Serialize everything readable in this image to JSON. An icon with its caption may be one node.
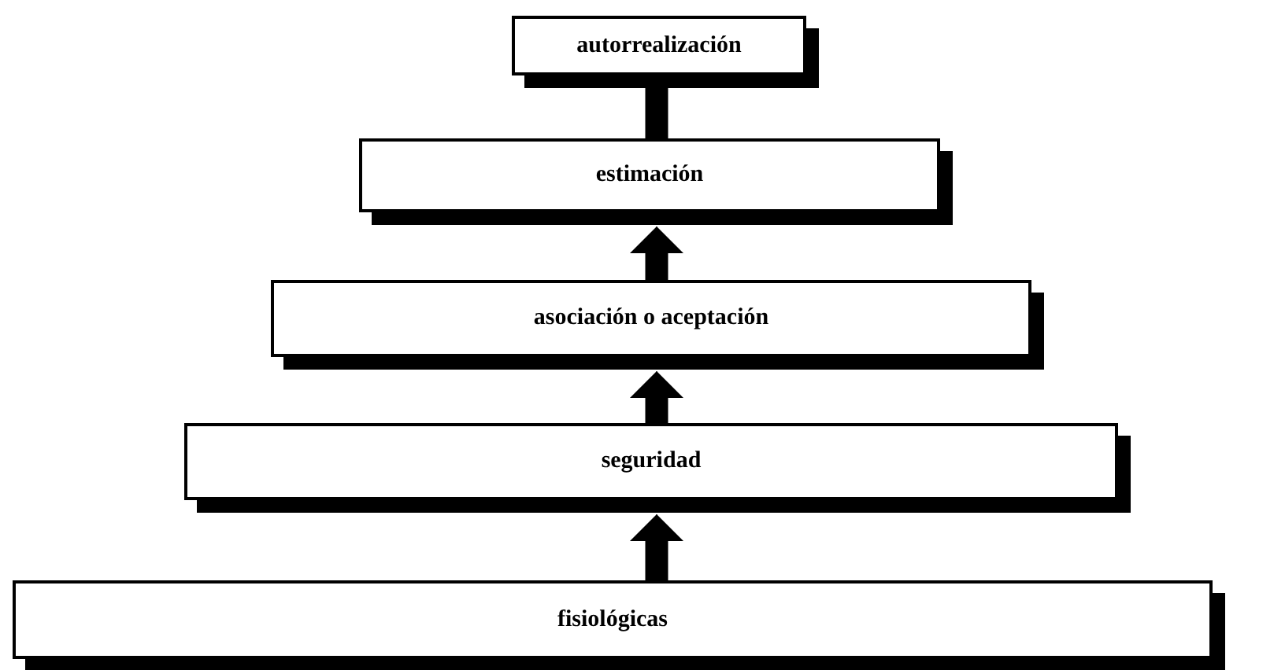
{
  "diagram": {
    "nodes": [
      {
        "text": [
          "autorrealización"
        ]
      },
      {
        "text": [
          "estimación"
        ]
      },
      {
        "text": [
          "asociación o aceptación"
        ]
      },
      {
        "text": [
          "seguridad"
        ]
      },
      {
        "text": [
          "fisiológicas"
        ]
      }
    ],
    "edges": [
      {
        "from": 1,
        "to": 0,
        "arrow": "none"
      },
      {
        "from": 2,
        "to": 1,
        "arrow": "to"
      },
      {
        "from": 3,
        "to": 2,
        "arrow": "to"
      },
      {
        "from": 4,
        "to": 3,
        "arrow": "to"
      }
    ]
  }
}
